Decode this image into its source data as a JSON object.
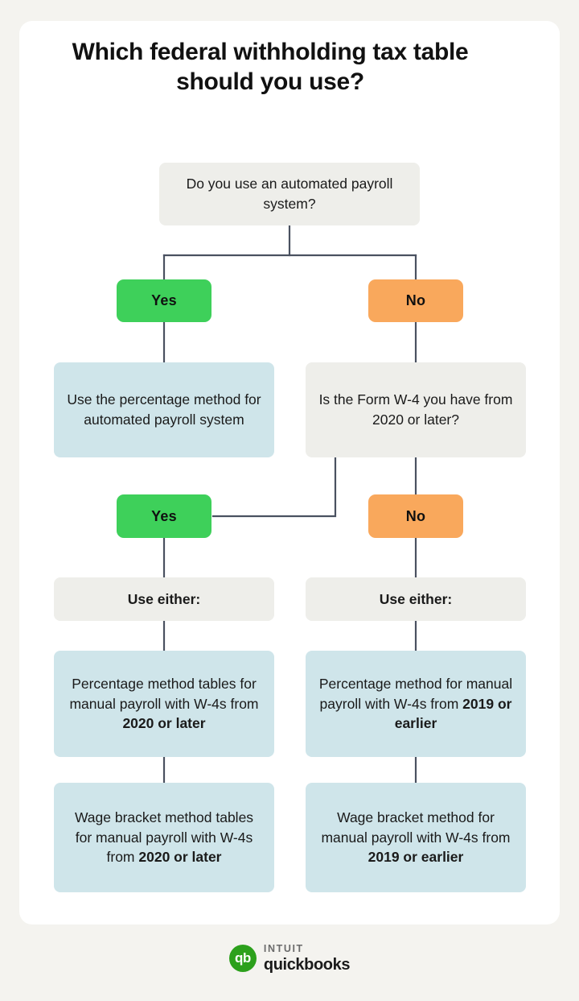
{
  "page": {
    "title": "Which federal withholding tax table should you use?",
    "background_color": "#f4f3ef",
    "card_color": "#ffffff"
  },
  "colors": {
    "yes_pill": "#3ed05a",
    "no_pill": "#f9a85c",
    "question_box": "#eeeeea",
    "result_box": "#cfe5ea",
    "connector": "#4a5160",
    "brand_green": "#2ca01c"
  },
  "flow": {
    "root_question": "Do you use an automated payroll system?",
    "branch_yes_1": "Yes",
    "branch_no_1": "No",
    "yes_result": "Use the percentage method for automated payroll system",
    "no_question": "Is the Form W-4 you have from 2020 or later?",
    "branch_yes_2": "Yes",
    "branch_no_2": "No",
    "use_either_left": "Use either:",
    "use_either_right": "Use either:",
    "left_option_1_lead": "Percentage method tables for manual payroll with W-4s from ",
    "left_option_1_strong": "2020 or later",
    "left_option_2_lead": "Wage bracket method tables for manual payroll with W-4s from ",
    "left_option_2_strong": "2020 or later",
    "right_option_1_lead": "Percentage method for manual payroll with W-4s from ",
    "right_option_1_strong": "2019 or earlier",
    "right_option_2_lead": "Wage bracket method for manual payroll with W-4s from ",
    "right_option_2_strong": "2019 or earlier"
  },
  "logo": {
    "mark": "qb",
    "brand_top": "INTUIT",
    "brand_bottom": "quickbooks"
  }
}
